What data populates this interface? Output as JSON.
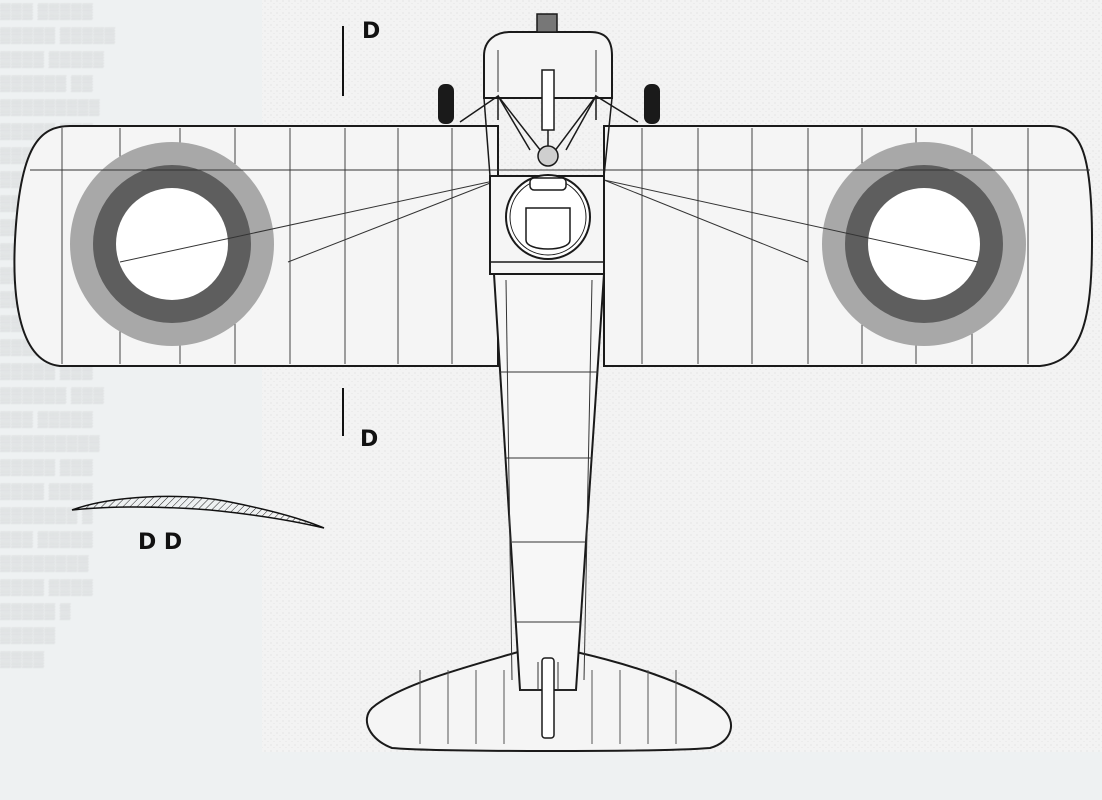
{
  "section_label_top": "D",
  "section_label_bottom": "D",
  "airfoil_label": "D D",
  "colors": {
    "paper": "#f2f2f2",
    "roundel_outer": "#a8a8a8",
    "roundel_inner": "#5e5e5e",
    "roundel_center": "#ffffff",
    "line": "#1a1a1a"
  }
}
